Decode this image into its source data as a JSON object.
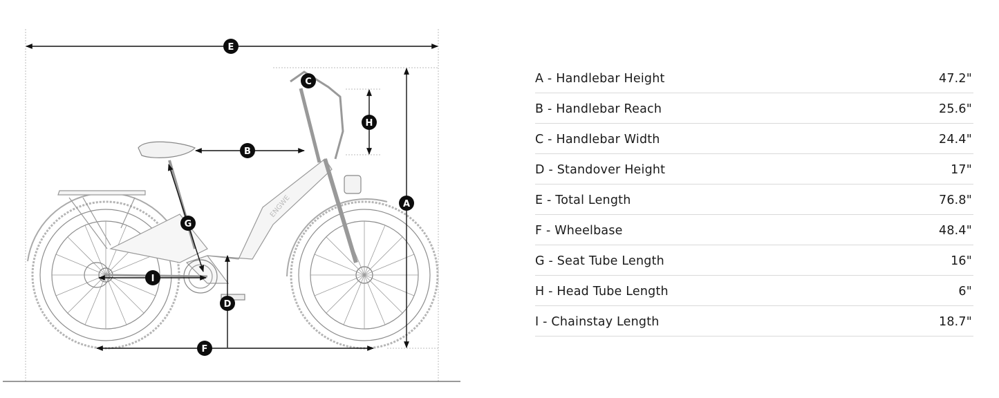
{
  "diagram": {
    "badges": {
      "A": "A",
      "B": "B",
      "C": "C",
      "D": "D",
      "E": "E",
      "F": "F",
      "G": "G",
      "H": "H",
      "I": "I"
    },
    "bike_brand_text": "ENGWE"
  },
  "specs": [
    {
      "label": "A - Handlebar Height",
      "value": "47.2\""
    },
    {
      "label": "B - Handlebar Reach",
      "value": "25.6\""
    },
    {
      "label": "C - Handlebar Width",
      "value": "24.4\""
    },
    {
      "label": "D - Standover Height",
      "value": "17\""
    },
    {
      "label": "E - Total Length",
      "value": "76.8\""
    },
    {
      "label": "F - Wheelbase",
      "value": "48.4\""
    },
    {
      "label": "G - Seat Tube Length",
      "value": "16\""
    },
    {
      "label": "H - Head Tube Length",
      "value": "6\""
    },
    {
      "label": "I - Chainstay Length",
      "value": "18.7\""
    }
  ]
}
